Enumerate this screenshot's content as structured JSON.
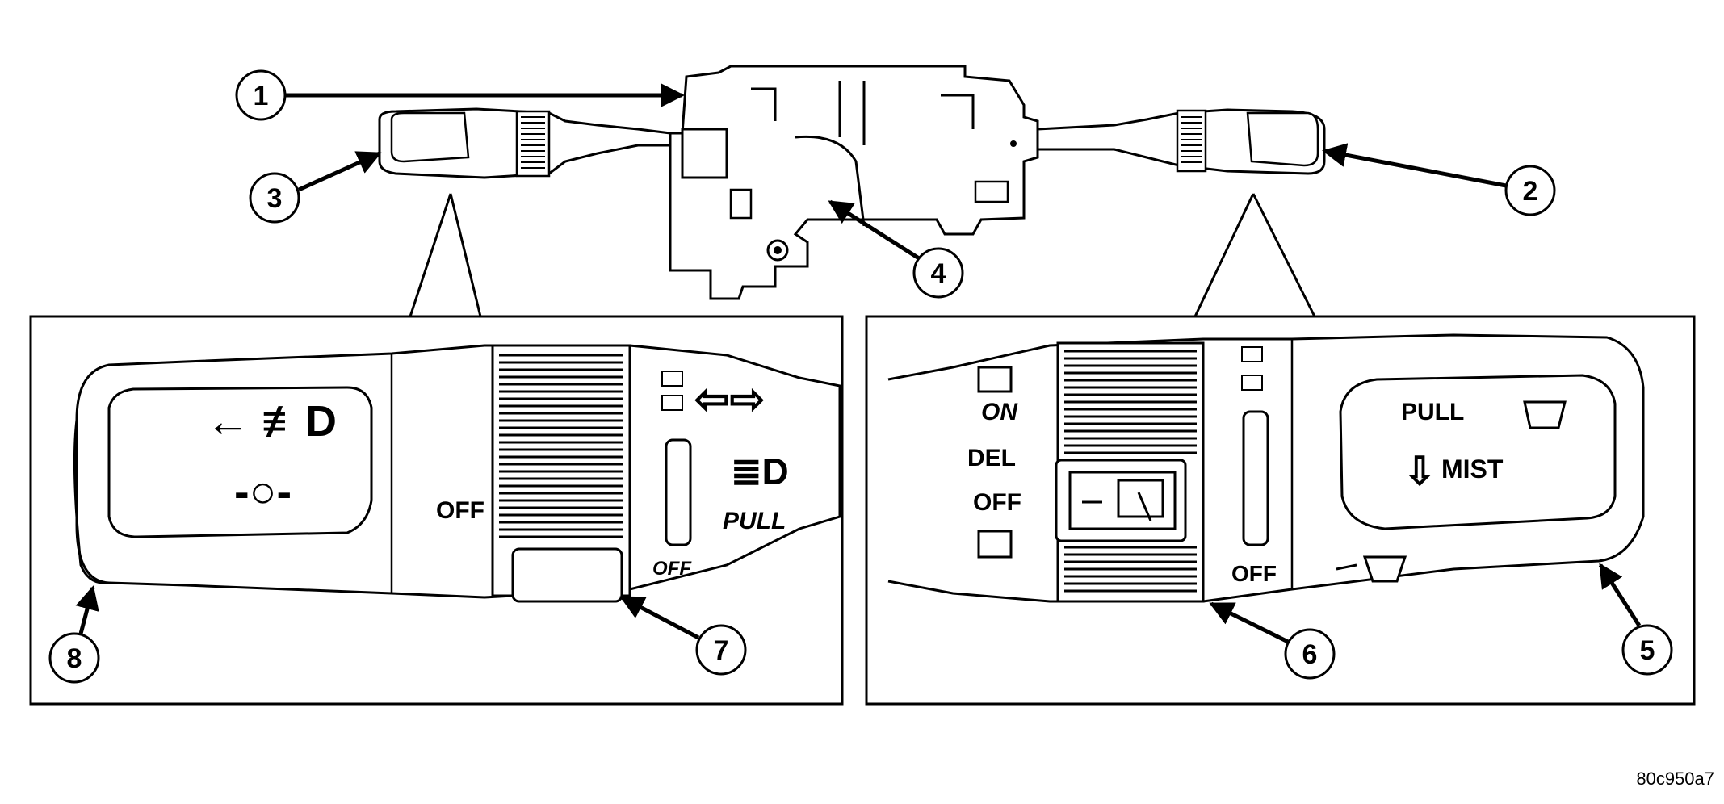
{
  "diagram": {
    "callouts": [
      "1",
      "2",
      "3",
      "4",
      "5",
      "6",
      "7",
      "8"
    ],
    "left_detail": {
      "fog_symbol": "← ≢D",
      "parking_symbol": "-○-",
      "off_label": "OFF",
      "pull_label": "PULL",
      "rear_off_label": "OFF"
    },
    "right_detail": {
      "on_label": "ON",
      "del_label": "DEL",
      "off_label": "OFF",
      "off2_label": "OFF",
      "pull_label": "PULL",
      "mist_label": "MIST"
    },
    "reference_code": "80c950a7"
  }
}
